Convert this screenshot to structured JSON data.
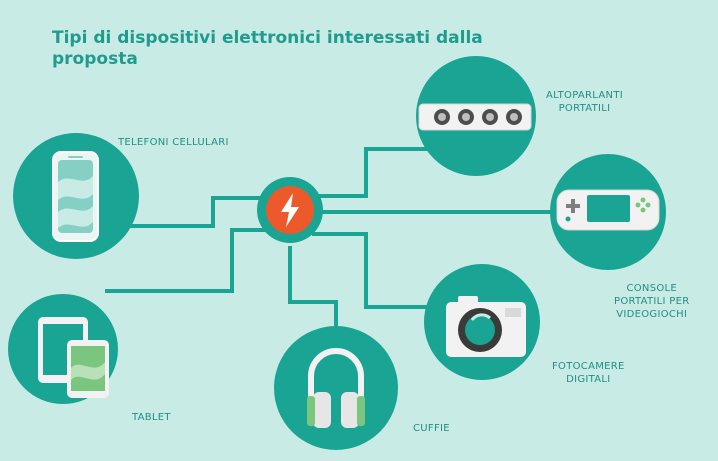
{
  "title": "Tipi di dispositivi elettronici interessati dalla proposta",
  "colors": {
    "background": "#c9ebe6",
    "node": "#1aa494",
    "hub": "#ec5a2b",
    "text": "#1f9c8d"
  },
  "hub": {
    "icon": "lightning-bolt-icon"
  },
  "devices": [
    {
      "id": "phones",
      "label": "TELEFONI CELLULARI",
      "icon": "smartphone-icon"
    },
    {
      "id": "speakers",
      "label": "ALTOPARLANTI\nPORTATILI",
      "icon": "speaker-icon"
    },
    {
      "id": "consoles",
      "label": "CONSOLE\nPORTATILI PER\nVIDEOGIOCHI",
      "icon": "handheld-console-icon"
    },
    {
      "id": "cameras",
      "label": "FOTOCAMERE\nDIGITALI",
      "icon": "camera-icon"
    },
    {
      "id": "headphones",
      "label": "CUFFIE",
      "icon": "headphones-icon"
    },
    {
      "id": "tablets",
      "label": "TABLET",
      "icon": "tablet-icon"
    }
  ]
}
